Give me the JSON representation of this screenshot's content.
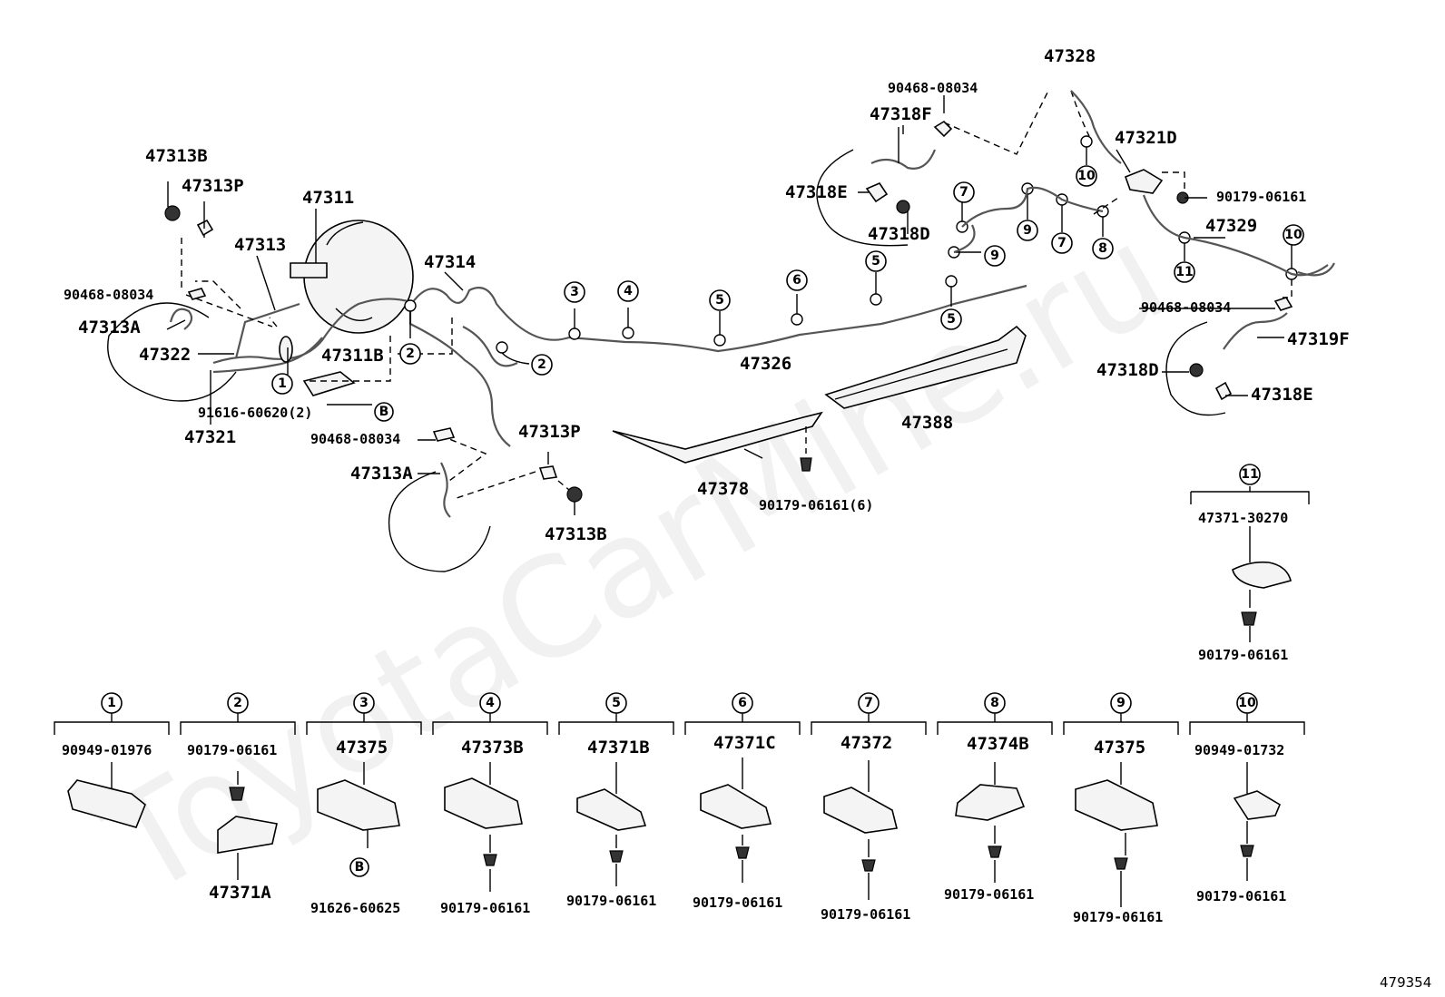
{
  "watermark": "ToyotaCarMine.ru",
  "diagram_id": "479354",
  "labels": {
    "p47313B_top": "47313B",
    "p47313P_top": "47313P",
    "p47311": "47311",
    "p47313": "47313",
    "p47314": "47314",
    "p90468_left": "90468-08034",
    "p47313A_left": "47313A",
    "p47322": "47322",
    "p47311B": "47311B",
    "p47321": "47321",
    "p91616": "91616-60620(2)",
    "p90468_mid": "90468-08034",
    "p47313A_mid": "47313A",
    "p47313P_mid": "47313P",
    "p47313B_mid": "47313B",
    "p47326": "47326",
    "p47378": "47378",
    "p47388": "47388",
    "p90179_6": "90179-06161(6)",
    "p47328": "47328",
    "p90468_top": "90468-08034",
    "p47318F": "47318F",
    "p47318E_top": "47318E",
    "p47318D_top": "47318D",
    "p47321D": "47321D",
    "p90179_right": "90179-06161",
    "p47329": "47329",
    "p90468_right": "90468-08034",
    "p47319F": "47319F",
    "p47318D_right": "47318D",
    "p47318E_right": "47318E",
    "p47371_30270": "47371-30270",
    "p90179_11": "90179-06161"
  },
  "markers": {
    "m1": "1",
    "m2a": "2",
    "m2b": "2",
    "m3": "3",
    "m4": "4",
    "m5a": "5",
    "m6": "6",
    "m5b": "5",
    "m5c": "5",
    "m7a": "7",
    "m9a": "9",
    "m9b": "9",
    "m7b": "7",
    "m8": "8",
    "m10a": "10",
    "m10b": "10",
    "m11a": "11",
    "m11b": "11",
    "mBa": "B",
    "mBb": "B"
  },
  "legend": [
    {
      "num": "1",
      "part": "90949-01976",
      "fastener": ""
    },
    {
      "num": "2",
      "part": "90179-06161",
      "fastener": "47371A"
    },
    {
      "num": "3",
      "part": "47375",
      "fastener": "91626-60625"
    },
    {
      "num": "4",
      "part": "47373B",
      "fastener": "90179-06161"
    },
    {
      "num": "5",
      "part": "47371B",
      "fastener": "90179-06161"
    },
    {
      "num": "6",
      "part": "47371C",
      "fastener": "90179-06161"
    },
    {
      "num": "7",
      "part": "47372",
      "fastener": "90179-06161"
    },
    {
      "num": "8",
      "part": "47374B",
      "fastener": "90179-06161"
    },
    {
      "num": "9",
      "part": "47375",
      "fastener": "90179-06161"
    },
    {
      "num": "10",
      "part": "90949-01732",
      "fastener": "90179-06161"
    }
  ]
}
